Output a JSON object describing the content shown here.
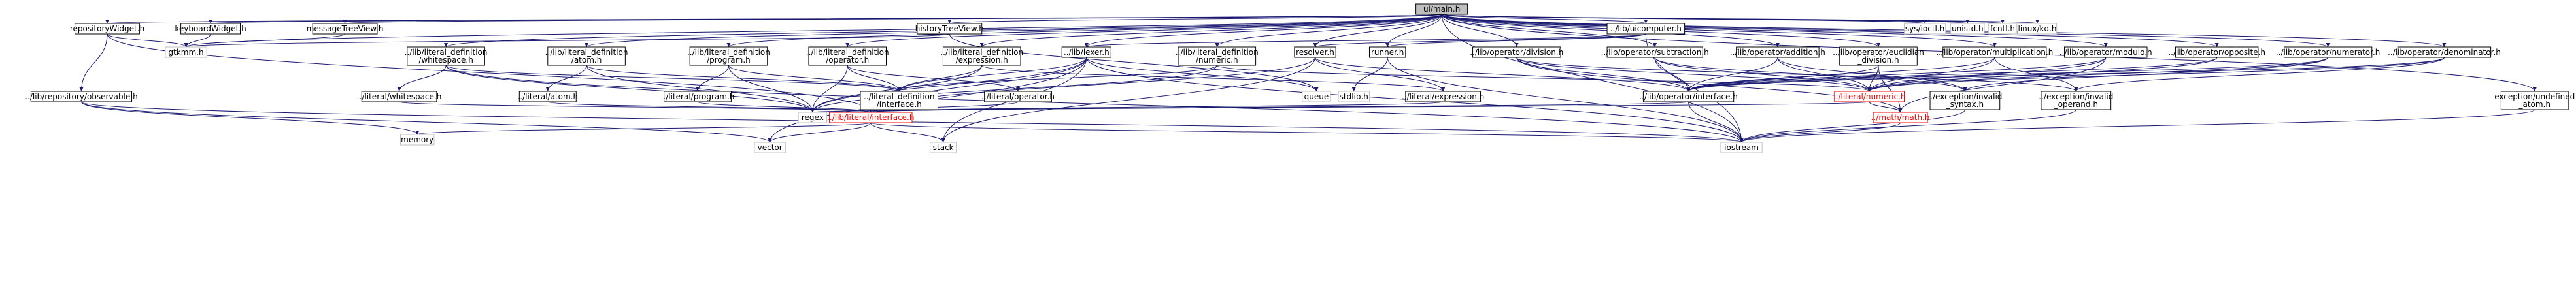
{
  "nodes": [
    {
      "id": "main",
      "lines": [
        "ui/main.h"
      ],
      "style": "root"
    },
    {
      "id": "repositoryWidget",
      "lines": [
        "repositoryWidget.h"
      ]
    },
    {
      "id": "keyboardWidget",
      "lines": [
        "keyboardWidget.h"
      ]
    },
    {
      "id": "messageTreeView",
      "lines": [
        "messageTreeView.h"
      ]
    },
    {
      "id": "historyTreeView",
      "lines": [
        "historyTreeView.h"
      ]
    },
    {
      "id": "uicomputer",
      "lines": [
        "../lib/uicomputer.h"
      ]
    },
    {
      "id": "sys_ioctl",
      "lines": [
        "sys/ioctl.h"
      ],
      "style": "missing"
    },
    {
      "id": "unistd",
      "lines": [
        "unistd.h"
      ],
      "style": "missing"
    },
    {
      "id": "fcntl",
      "lines": [
        "fcntl.h"
      ],
      "style": "missing"
    },
    {
      "id": "linux_kd",
      "lines": [
        "linux/kd.h"
      ],
      "style": "missing"
    },
    {
      "id": "gtkmm",
      "lines": [
        "gtkmm.h"
      ],
      "style": "missing"
    },
    {
      "id": "ld_whitespace",
      "lines": [
        "../lib/literal_definition",
        "/whitespace.h"
      ]
    },
    {
      "id": "ld_atom",
      "lines": [
        "../lib/literal_definition",
        "/atom.h"
      ]
    },
    {
      "id": "ld_program",
      "lines": [
        "../lib/literal_definition",
        "/program.h"
      ]
    },
    {
      "id": "ld_operator",
      "lines": [
        "../lib/literal_definition",
        "/operator.h"
      ]
    },
    {
      "id": "ld_expression",
      "lines": [
        "../lib/literal_definition",
        "/expression.h"
      ]
    },
    {
      "id": "lexer",
      "lines": [
        "../lib/lexer.h"
      ]
    },
    {
      "id": "ld_numeric",
      "lines": [
        "../lib/literal_definition",
        "/numeric.h"
      ]
    },
    {
      "id": "resolver",
      "lines": [
        "resolver.h"
      ]
    },
    {
      "id": "runner",
      "lines": [
        "runner.h"
      ]
    },
    {
      "id": "op_division",
      "lines": [
        "../lib/operator/division.h"
      ]
    },
    {
      "id": "op_subtraction",
      "lines": [
        "../lib/operator/subtraction.h"
      ]
    },
    {
      "id": "op_addition",
      "lines": [
        "../lib/operator/addition.h"
      ]
    },
    {
      "id": "op_euclidian",
      "lines": [
        "../lib/operator/euclidian",
        "_division.h"
      ]
    },
    {
      "id": "op_multiplication",
      "lines": [
        "../lib/operator/multiplication.h"
      ]
    },
    {
      "id": "op_modulo",
      "lines": [
        "../lib/operator/modulo.h"
      ]
    },
    {
      "id": "op_opposite",
      "lines": [
        "../lib/operator/opposite.h"
      ]
    },
    {
      "id": "op_numerator",
      "lines": [
        "../lib/operator/numerator.h"
      ]
    },
    {
      "id": "op_denominator",
      "lines": [
        "../lib/operator/denominator.h"
      ]
    },
    {
      "id": "exc_undefined_atom",
      "lines": [
        "exception/undefined",
        "_atom.h"
      ]
    },
    {
      "id": "lib_observable",
      "lines": [
        "../lib/repository/observable.h"
      ]
    },
    {
      "id": "lit_whitespace",
      "lines": [
        "../literal/whitespace.h"
      ]
    },
    {
      "id": "lit_atom",
      "lines": [
        "../literal/atom.h"
      ]
    },
    {
      "id": "lit_program",
      "lines": [
        "../literal/program.h"
      ]
    },
    {
      "id": "ld_interface",
      "lines": [
        "../literal_definition",
        "/interface.h"
      ]
    },
    {
      "id": "lit_operator",
      "lines": [
        "../literal/operator.h"
      ]
    },
    {
      "id": "queue",
      "lines": [
        "queue"
      ],
      "style": "missing"
    },
    {
      "id": "stdlib",
      "lines": [
        "stdlib.h"
      ],
      "style": "missing"
    },
    {
      "id": "lit_expression",
      "lines": [
        "../literal/expression.h"
      ]
    },
    {
      "id": "op_interface",
      "lines": [
        "../lib/operator/interface.h"
      ]
    },
    {
      "id": "lit_numeric",
      "lines": [
        "../literal/numeric.h"
      ],
      "style": "red"
    },
    {
      "id": "exc_invalid_syntax",
      "lines": [
        "../exception/invalid",
        "_syntax.h"
      ]
    },
    {
      "id": "exc_invalid_operand",
      "lines": [
        "../exception/invalid",
        "_operand.h"
      ]
    },
    {
      "id": "regex",
      "lines": [
        "regex"
      ],
      "style": "missing"
    },
    {
      "id": "lib_literal_interface",
      "lines": [
        "../lib/literal/interface.h"
      ],
      "style": "red"
    },
    {
      "id": "math",
      "lines": [
        "../math/math.h"
      ],
      "style": "red"
    },
    {
      "id": "memory",
      "lines": [
        "memory"
      ],
      "style": "missing"
    },
    {
      "id": "vector",
      "lines": [
        "vector"
      ],
      "style": "missing"
    },
    {
      "id": "stack",
      "lines": [
        "stack"
      ],
      "style": "missing"
    },
    {
      "id": "iostream",
      "lines": [
        "iostream"
      ],
      "style": "missing"
    }
  ]
}
